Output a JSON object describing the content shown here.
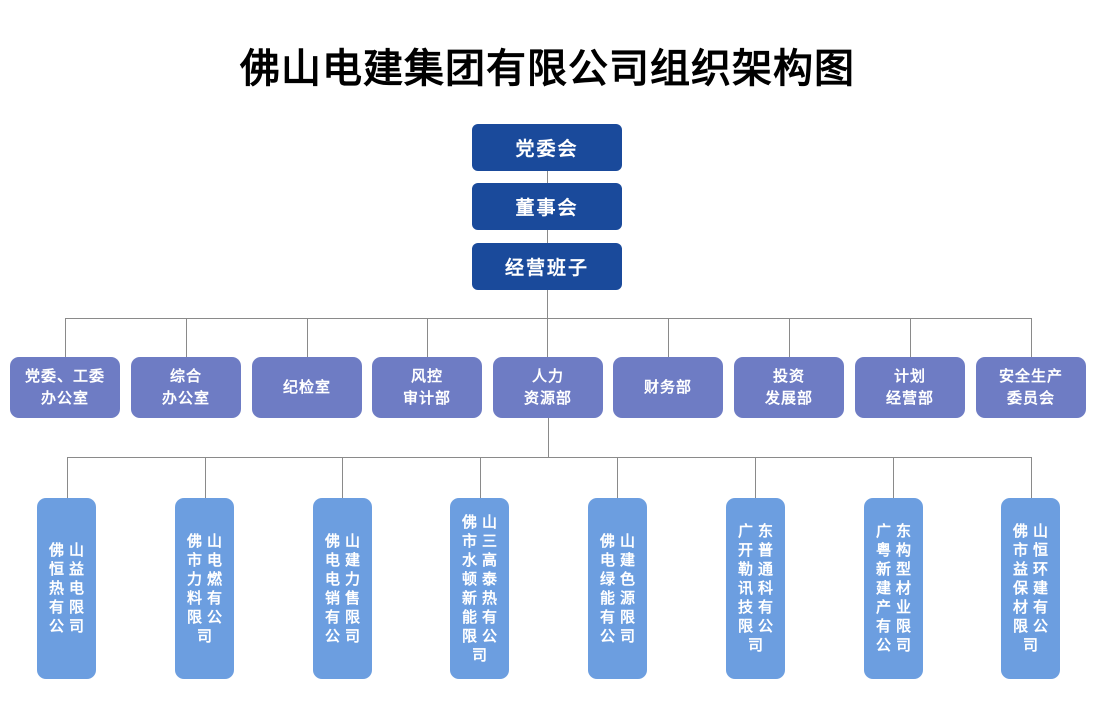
{
  "title": "佛山电建集团有限公司组织架构图",
  "colors": {
    "level1_bg": "#1A4A9B",
    "level2_bg": "#6E7CC4",
    "level3_bg": "#6C9EE0",
    "text": "#FFFFFF",
    "title_text": "#000000",
    "connector": "#8A8A8A",
    "background": "#FFFFFF"
  },
  "governance": [
    {
      "name": "党委会"
    },
    {
      "name": "董事会"
    },
    {
      "name": "经营班子"
    }
  ],
  "departments": [
    {
      "name": "党委、工委办公室",
      "display": "党委、工委\n办公室"
    },
    {
      "name": "综合办公室",
      "display": "综合\n办公室"
    },
    {
      "name": "纪检室",
      "display": "纪检室"
    },
    {
      "name": "风控审计部",
      "display": "风控\n审计部"
    },
    {
      "name": "人力资源部",
      "display": "人力\n资源部"
    },
    {
      "name": "财务部",
      "display": "财务部"
    },
    {
      "name": "投资发展部",
      "display": "投资\n发展部"
    },
    {
      "name": "计划经营部",
      "display": "计划\n经营部"
    },
    {
      "name": "安全生产委员会",
      "display": "安全生产\n委员会"
    }
  ],
  "subsidiaries": [
    {
      "name": "佛山恒益热电有限公司",
      "display": "佛山\n恒益\n热电\n有限\n公司"
    },
    {
      "name": "佛山市电力燃料有限公司",
      "display": "佛山\n市电\n力燃\n料有\n限公\n司"
    },
    {
      "name": "佛山电建电力销售有限公司",
      "display": "佛山\n电建\n电力\n销售\n有限\n公司"
    },
    {
      "name": "佛山市三水高顿泰新热能有限公司",
      "display": "佛山\n市三\n水高\n顿泰\n新热\n能有\n限公\n司"
    },
    {
      "name": "佛山电建绿色能源有限公司",
      "display": "佛山\n电建\n绿色\n能源\n有限\n公司"
    },
    {
      "name": "广东开普勒通讯科技有限公司",
      "display": "广东\n开普\n勒通\n讯科\n技有\n限公\n司"
    },
    {
      "name": "广东粤构新型建材产业有限公司",
      "display": "广东\n粤构\n新型\n建材\n产业\n有限\n公司"
    },
    {
      "name": "佛山市恒益环保建材有限公司",
      "display": "佛山\n市恒\n益环\n保建\n材有\n限公\n司"
    }
  ]
}
